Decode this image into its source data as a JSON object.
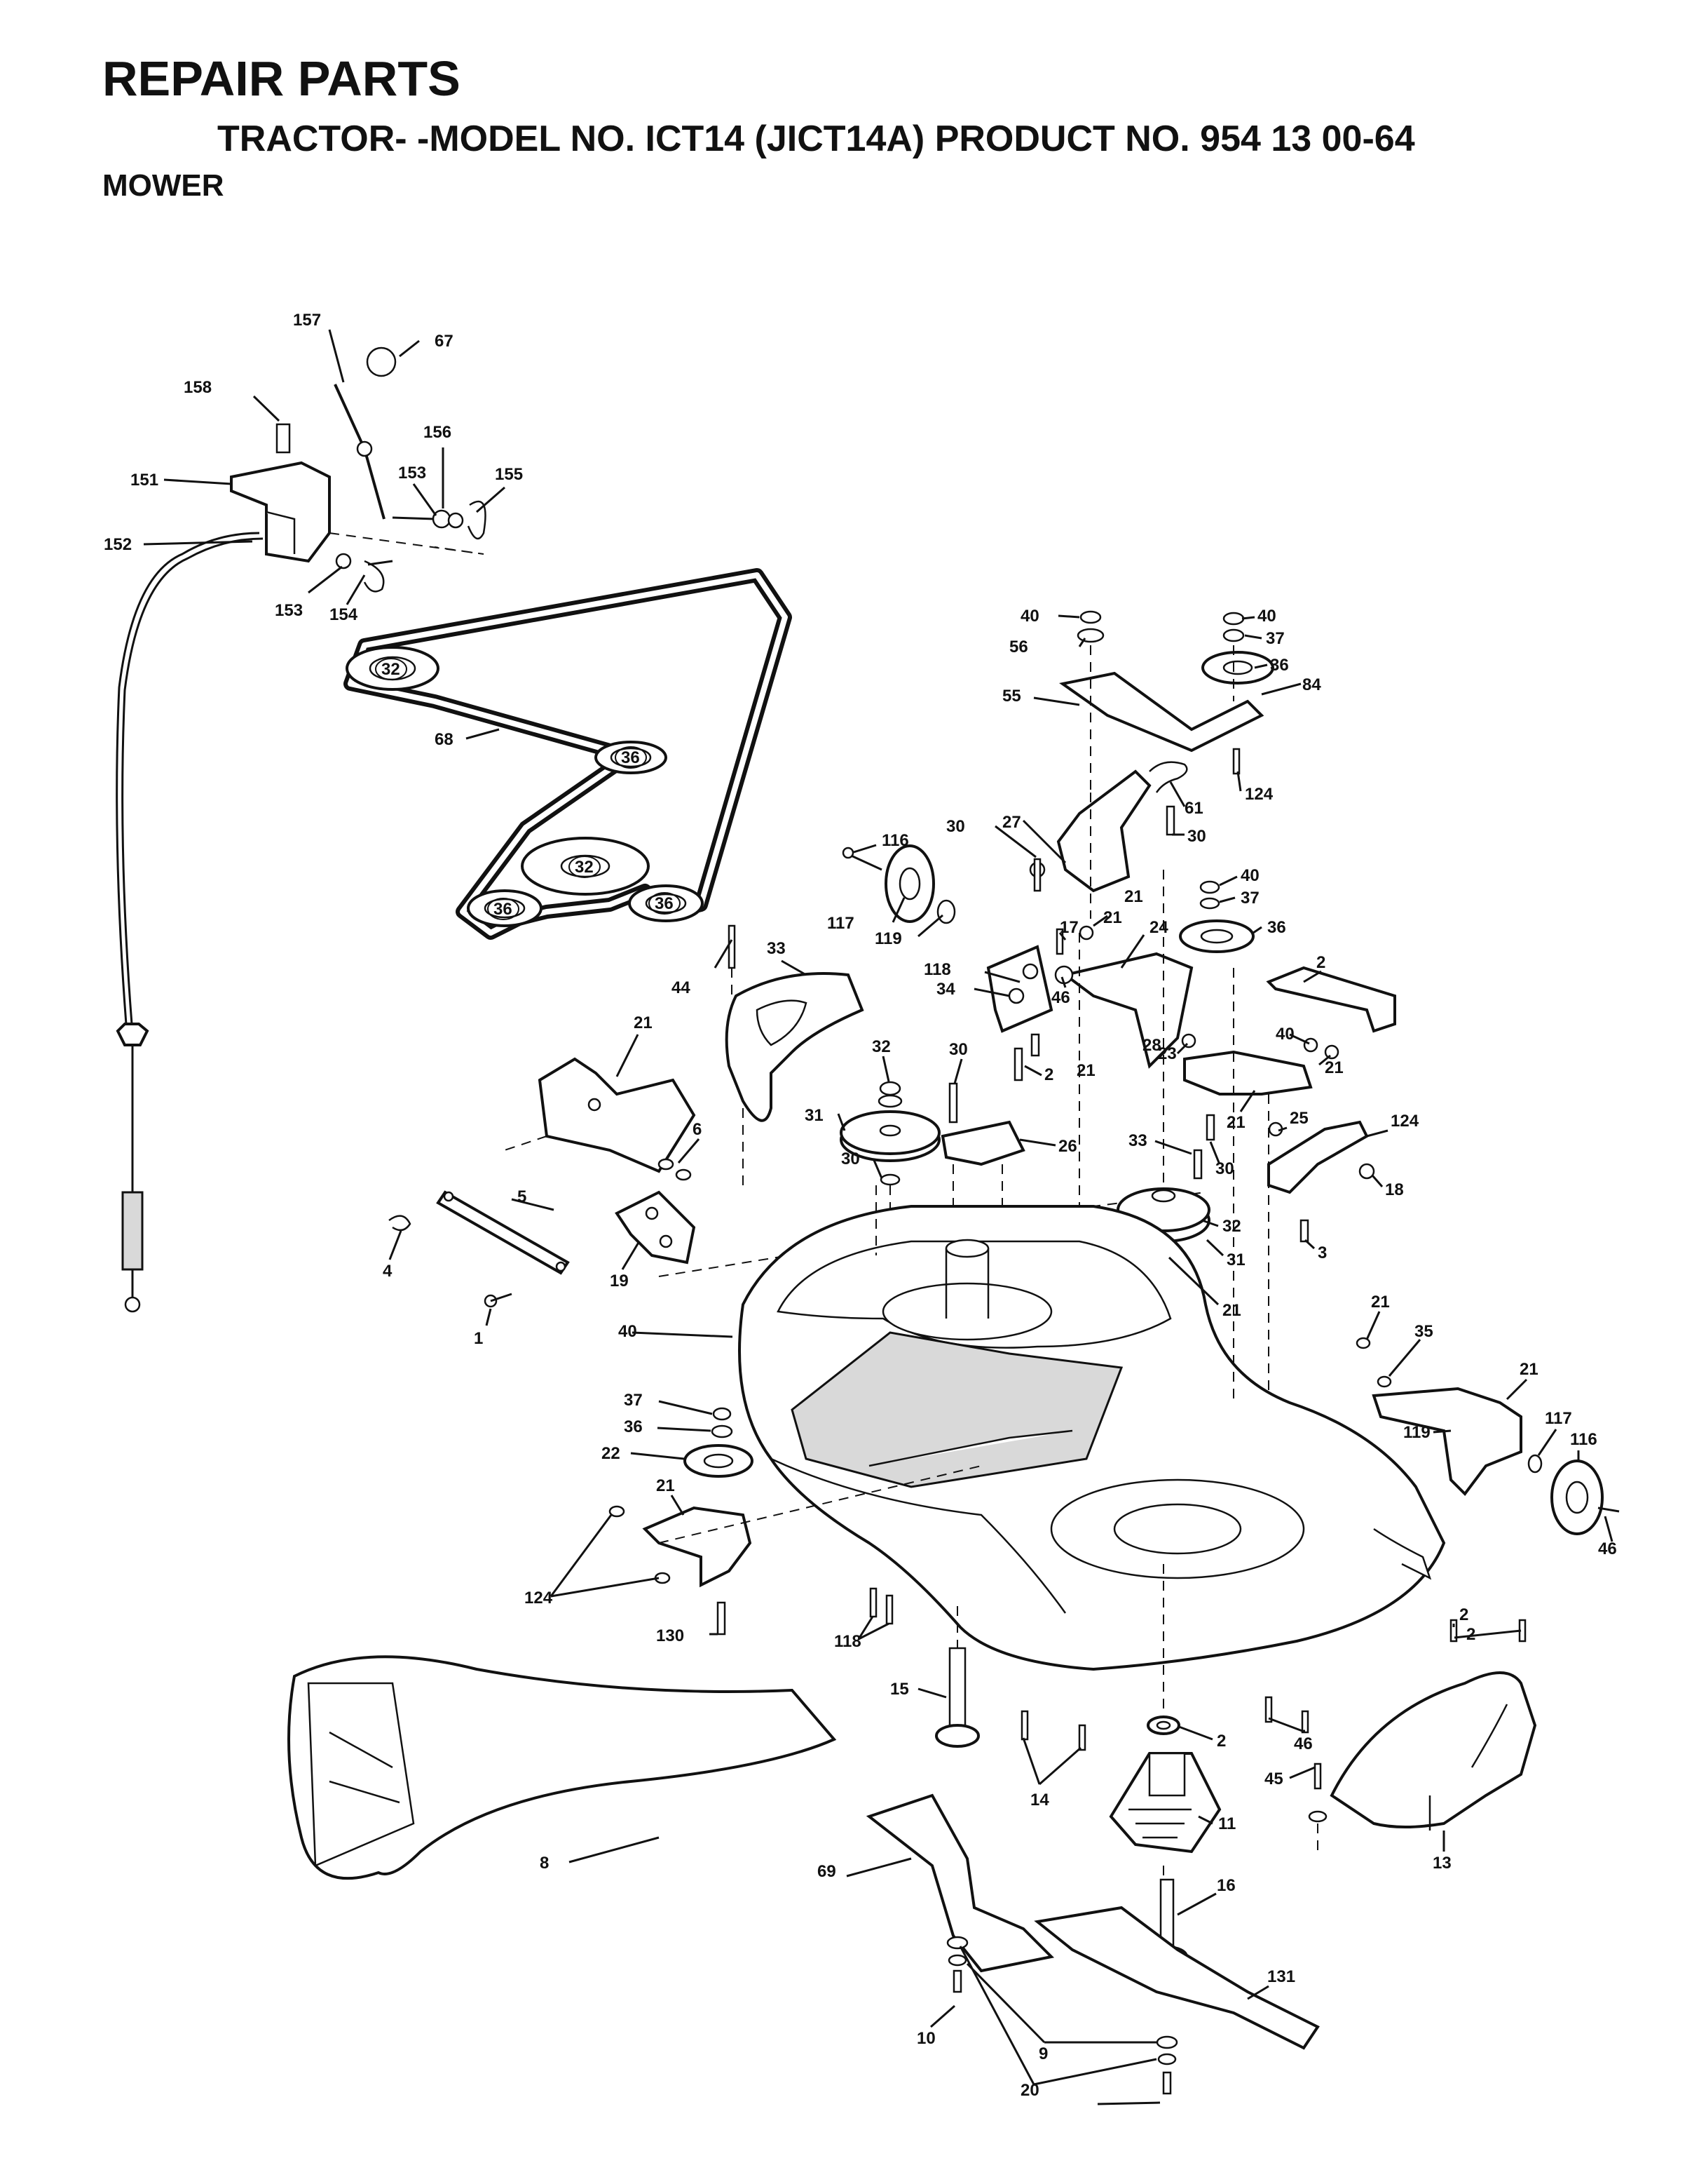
{
  "header": {
    "title": "REPAIR PARTS",
    "subtitle": "TRACTOR- -MODEL NO. ICT14 (JICT14A) PRODUCT NO. 954 13 00-64",
    "section": "MOWER"
  },
  "callouts": [
    "67",
    "157",
    "158",
    "156",
    "151",
    "153",
    "155",
    "152",
    "153",
    "154",
    "32",
    "68",
    "36",
    "32",
    "36",
    "36",
    "40",
    "56",
    "40",
    "37",
    "36",
    "84",
    "55",
    "61",
    "124",
    "30",
    "27",
    "30",
    "116",
    "117",
    "119",
    "21",
    "40",
    "37",
    "36",
    "17",
    "21",
    "24",
    "34",
    "118",
    "46",
    "44",
    "33",
    "32",
    "31",
    "30",
    "30",
    "2",
    "21",
    "28",
    "26",
    "2",
    "40",
    "21",
    "23",
    "21",
    "25",
    "124",
    "30",
    "33",
    "32",
    "31",
    "21",
    "18",
    "3",
    "21",
    "6",
    "5",
    "4",
    "19",
    "1",
    "40",
    "37",
    "36",
    "22",
    "21",
    "124",
    "130",
    "118",
    "21",
    "35",
    "21",
    "119",
    "117",
    "116",
    "46",
    "2",
    "2",
    "46",
    "45",
    "13",
    "15",
    "2",
    "14",
    "11",
    "69",
    "16",
    "131",
    "8",
    "10",
    "9",
    "20"
  ]
}
